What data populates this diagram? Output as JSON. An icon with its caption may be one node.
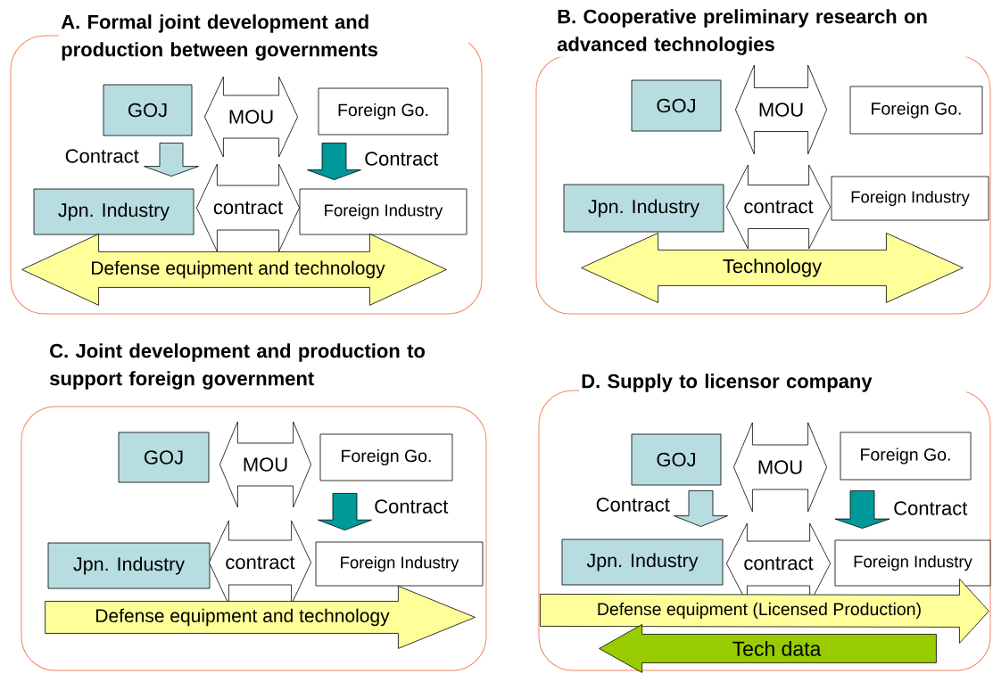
{
  "diagram": {
    "nodes": [
      {
        "text": [
          "A. Formal joint development and production between governments"
        ]
      },
      {
        "text": [
          "GOJ"
        ],
        "in": 0
      },
      {
        "text": [
          "Foreign Go."
        ],
        "in": 0
      },
      {
        "text": [
          "Jpn. Industry"
        ],
        "in": 0
      },
      {
        "text": [
          "Foreign Industry"
        ],
        "in": 0
      },
      {
        "text": [
          "B. Cooperative preliminary research on advanced technologies"
        ]
      },
      {
        "text": [
          "GOJ"
        ],
        "in": 5
      },
      {
        "text": [
          "Foreign Go."
        ],
        "in": 5
      },
      {
        "text": [
          "Jpn. Industry"
        ],
        "in": 5
      },
      {
        "text": [
          "Foreign Industry"
        ],
        "in": 5
      },
      {
        "text": [
          "C. Joint development and production to support foreign government"
        ]
      },
      {
        "text": [
          "GOJ"
        ],
        "in": 10
      },
      {
        "text": [
          "Foreign Go."
        ],
        "in": 10
      },
      {
        "text": [
          "Jpn. Industry"
        ],
        "in": 10
      },
      {
        "text": [
          "Foreign Industry"
        ],
        "in": 10
      },
      {
        "text": [
          "D. Supply to licensor company"
        ]
      },
      {
        "text": [
          "GOJ"
        ],
        "in": 15
      },
      {
        "text": [
          "Foreign Go."
        ],
        "in": 15
      },
      {
        "text": [
          "Jpn. Industry"
        ],
        "in": 15
      },
      {
        "text": [
          "Foreign Industry"
        ],
        "in": 15
      }
    ],
    "edges": [
      {
        "from": 1,
        "to": 2,
        "label": "MOU",
        "arrow": "both"
      },
      {
        "from": 3,
        "to": 4,
        "label": "contract",
        "arrow": "both"
      },
      {
        "from": 1,
        "to": 3,
        "label": "Contract",
        "arrow": "to",
        "color": "#b7dde0"
      },
      {
        "from": 2,
        "to": 4,
        "label": "Contract",
        "arrow": "to",
        "color": "#009999"
      },
      {
        "from": 3,
        "to": 4,
        "label": "Defense equipment and technology",
        "arrow": "both",
        "color": "#ffff99"
      },
      {
        "from": 6,
        "to": 7,
        "label": "MOU",
        "arrow": "both"
      },
      {
        "from": 8,
        "to": 9,
        "label": "contract",
        "arrow": "both"
      },
      {
        "from": 8,
        "to": 9,
        "label": "Technology",
        "arrow": "both",
        "color": "#ffff99"
      },
      {
        "from": 11,
        "to": 12,
        "label": "MOU",
        "arrow": "both"
      },
      {
        "from": 13,
        "to": 14,
        "label": "contract",
        "arrow": "both"
      },
      {
        "from": 12,
        "to": 14,
        "label": "Contract",
        "arrow": "to",
        "color": "#009999"
      },
      {
        "from": 13,
        "to": 14,
        "label": "Defense equipment and technology",
        "arrow": "to",
        "color": "#ffff99"
      },
      {
        "from": 16,
        "to": 17,
        "label": "MOU",
        "arrow": "both"
      },
      {
        "from": 18,
        "to": 19,
        "label": "contract",
        "arrow": "both"
      },
      {
        "from": 16,
        "to": 18,
        "label": "Contract",
        "arrow": "to",
        "color": "#b7dde0"
      },
      {
        "from": 17,
        "to": 19,
        "label": "Contract",
        "arrow": "to",
        "color": "#009999"
      },
      {
        "from": 18,
        "to": 19,
        "label": "Defense equipment (Licensed Production)",
        "arrow": "to",
        "color": "#ffff99"
      },
      {
        "from": 19,
        "to": 18,
        "label": "Tech data",
        "arrow": "to",
        "color": "#99cc00"
      }
    ]
  }
}
